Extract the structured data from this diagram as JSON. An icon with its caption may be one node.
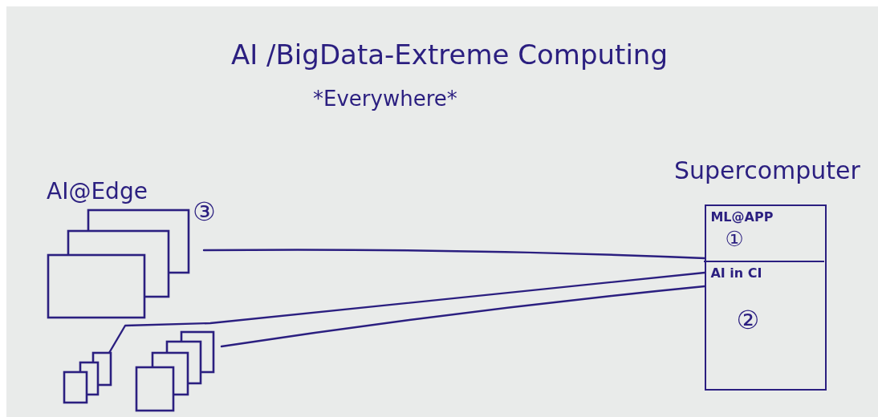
{
  "diagram": {
    "title": "AI /BigData-Extreme Computing",
    "nodes": [
      {
        "text": [
          "Supercomputer"
        ]
      },
      {
        "text": [
          "ML@APP",
          "①"
        ],
        "in": 0
      },
      {
        "text": [
          "AI in CI",
          "②"
        ],
        "in": 0
      },
      {
        "text": [
          "AI@Edge"
        ],
        "beside": [
          "③"
        ]
      },
      {
        "text": [],
        "shape": "box"
      },
      {
        "text": [],
        "shape": "box"
      }
    ],
    "edges": [
      {
        "from": 3,
        "to": 1,
        "arrow": "none"
      },
      {
        "from": 4,
        "to": 2,
        "arrow": "none"
      },
      {
        "from": 5,
        "to": 2,
        "arrow": "none"
      }
    ],
    "labels": [
      "*Everywhere*"
    ]
  }
}
